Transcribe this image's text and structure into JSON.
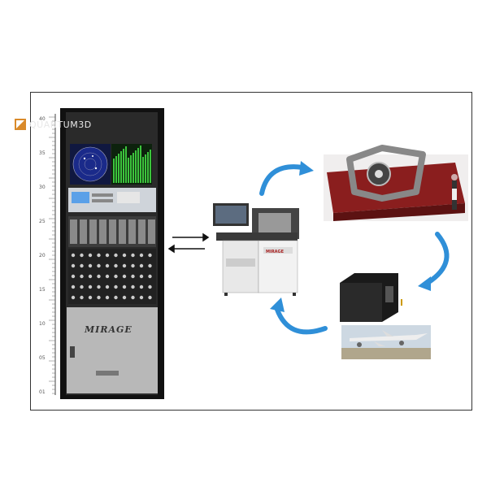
{
  "rack": {
    "brand": "QUANTUM3D",
    "tagline": "",
    "mirage": "MIRAGE",
    "scale_labels": [
      "40",
      "35",
      "30",
      "25",
      "20",
      "15",
      "10",
      "05",
      "01"
    ]
  },
  "colors": {
    "arrow_blue": "#2f8fd8",
    "rack_black": "#111111",
    "radar_blue": "#1a2a8a",
    "bar_green": "#3cc43c",
    "table_red": "#8a1e1e"
  },
  "icons": {
    "connect": "double-arrow-icon",
    "flow": "curved-arrow-icon"
  }
}
